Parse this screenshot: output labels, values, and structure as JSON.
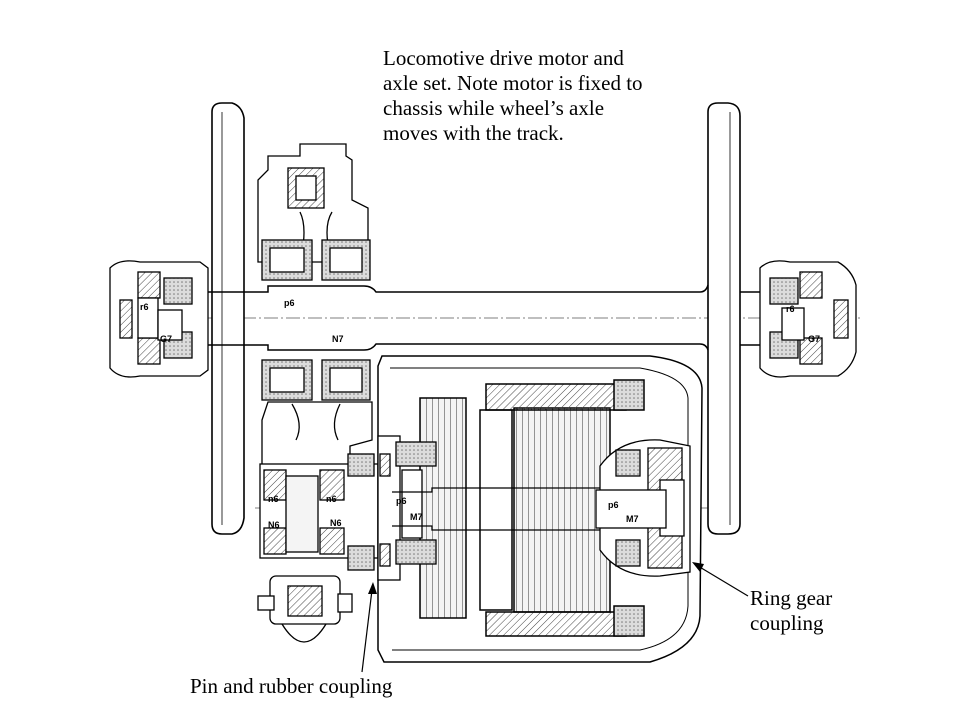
{
  "captions": {
    "main": "Locomotive drive motor and\naxle set. Note motor is fixed to\nchassis while wheel’s axle\nmoves with the track.",
    "ring_gear": "Ring gear\ncoupling",
    "pin_rubber": "Pin and rubber coupling"
  },
  "fit_labels": {
    "left_bearing_r6": "r6",
    "left_bearing_g7": "G7",
    "right_bearing_r6": "r6",
    "right_bearing_g7": "G7",
    "axle_p6": "p6",
    "axle_n7": "N7",
    "gear_n6_a": "n6",
    "gear_n6_b": "n6",
    "gear_N6_a": "N6",
    "gear_N6_b": "N6",
    "coupling_p6": "p6",
    "coupling_m7": "M7",
    "motor_p6": "p6",
    "motor_m7": "M7"
  }
}
